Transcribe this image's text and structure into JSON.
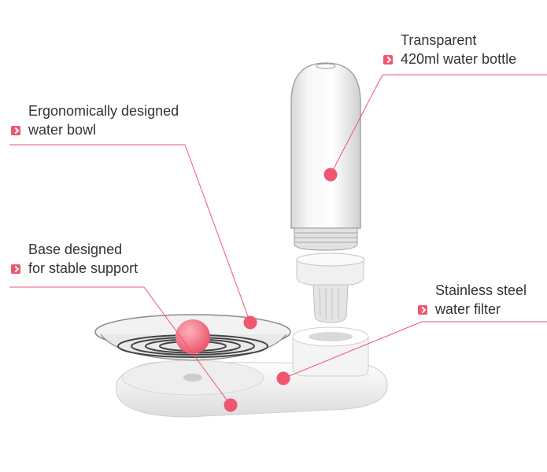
{
  "accent_color": "#ef5670",
  "callouts": [
    {
      "id": "bottle",
      "lines": [
        "Transparent",
        "420ml water bottle"
      ]
    },
    {
      "id": "bowl",
      "lines": [
        "Ergonomically designed",
        "water bowl"
      ]
    },
    {
      "id": "base",
      "lines": [
        "Base designed",
        "for stable support"
      ]
    },
    {
      "id": "filter",
      "lines": [
        "Stainless steel",
        "water filter"
      ]
    }
  ],
  "icons": {
    "bullet": "chevron-right-icon",
    "callout_point": "pink-dot-icon"
  }
}
